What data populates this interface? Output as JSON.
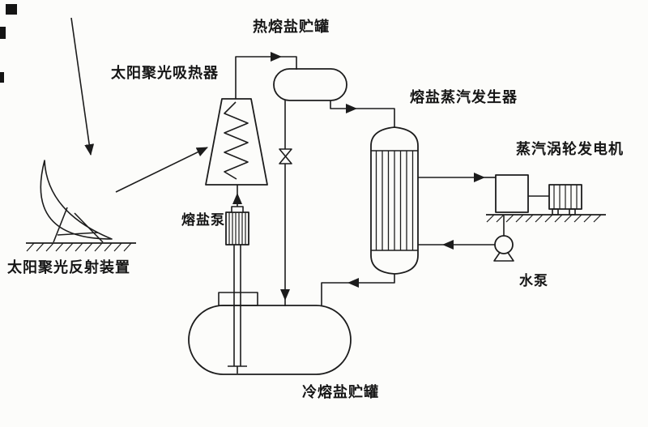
{
  "page": {
    "background_color": "#fcfcfa",
    "ink_color": "#1c1c1c"
  },
  "diagram": {
    "labels": {
      "hot_tank": "热熔盐贮罐",
      "absorber": "太阳聚光吸热器",
      "steam_generator": "熔盐蒸汽发生器",
      "turbine_generator": "蒸汽涡轮发电机",
      "reflector": "太阳聚光反射装置",
      "salt_pump": "熔盐泵",
      "water_pump": "水泵",
      "cold_tank": "冷熔盐贮罐"
    }
  }
}
